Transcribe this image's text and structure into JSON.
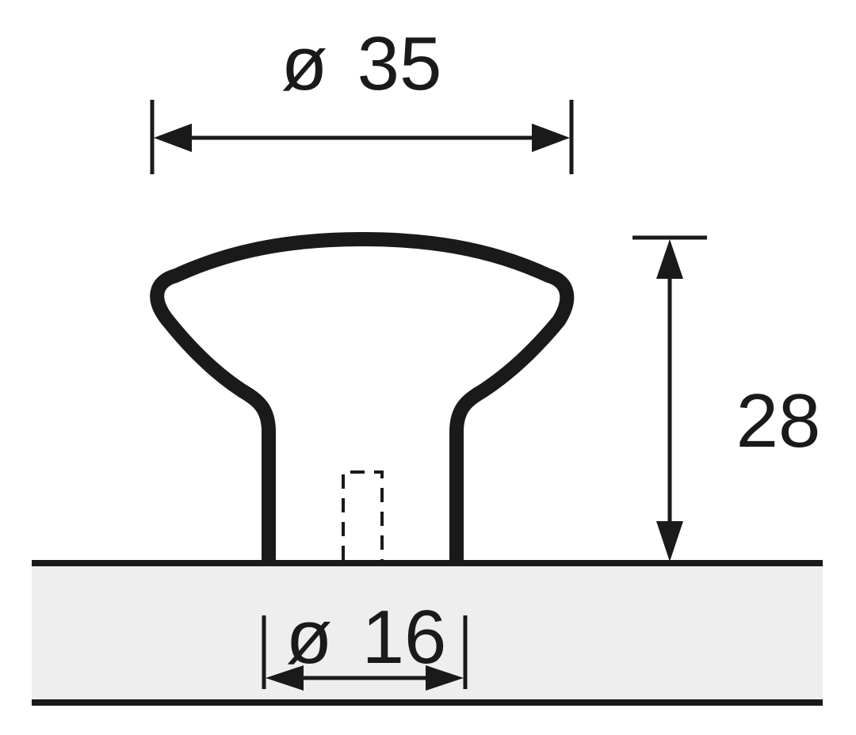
{
  "dimensions": {
    "top_diameter": {
      "symbol": "ø",
      "value": "35"
    },
    "height": {
      "value": "28"
    },
    "base_diameter": {
      "symbol": "ø",
      "value": "16"
    }
  },
  "colors": {
    "line": "#1a1a1a",
    "panel": "#eeeeef",
    "background": "#ffffff"
  }
}
